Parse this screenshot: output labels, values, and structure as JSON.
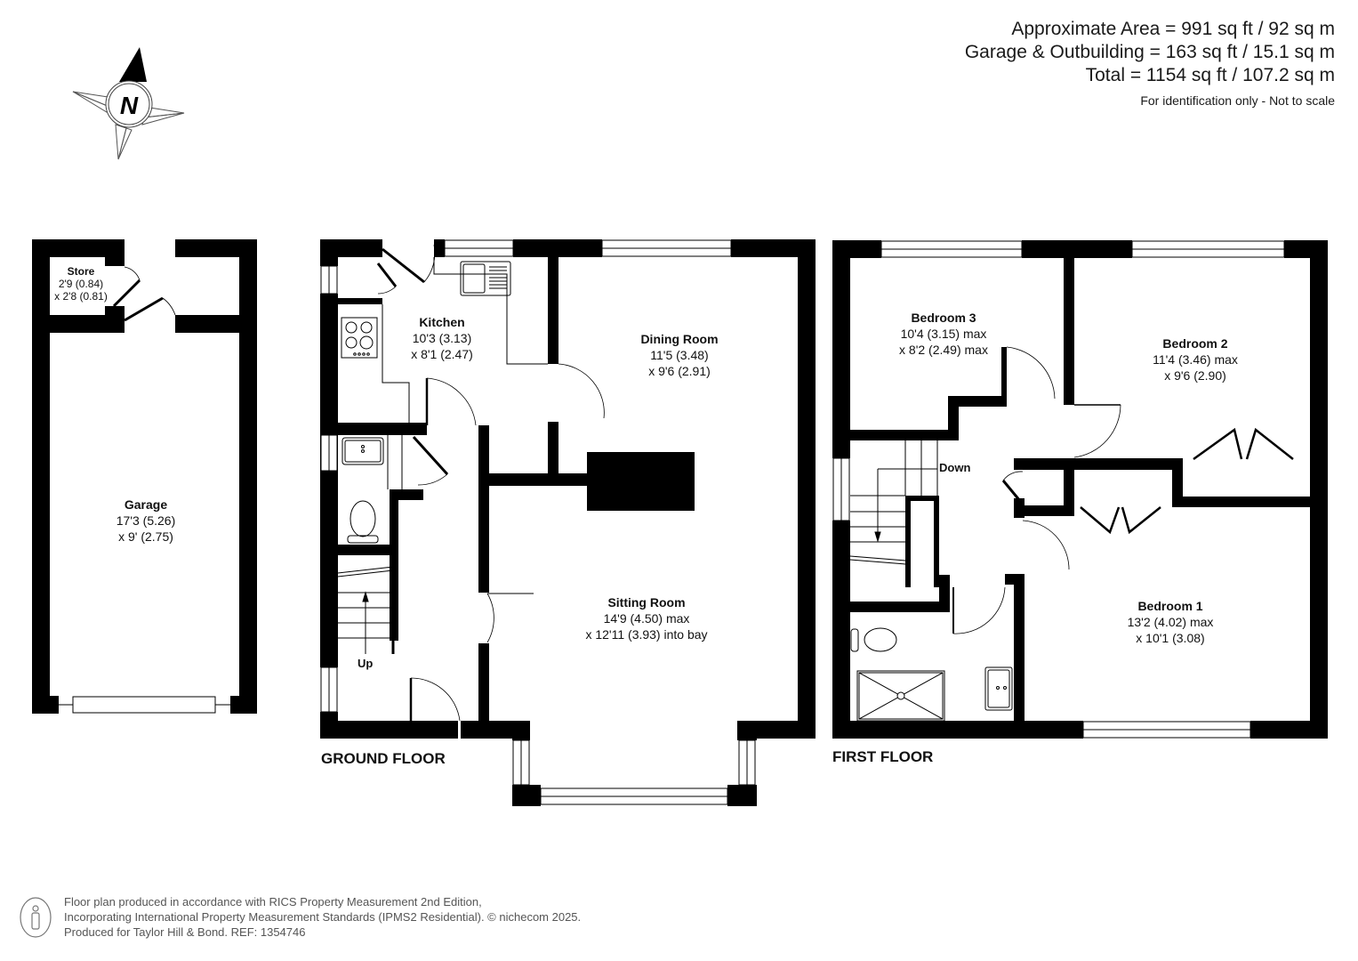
{
  "area_summary": {
    "approximate_area": "Approximate Area = 991 sq ft / 92 sq m",
    "garage_outbuilding": "Garage & Outbuilding = 163 sq ft / 15.1 sq m",
    "total": "Total = 1154 sq ft / 107.2 sq m",
    "note": "For identification only - Not to scale"
  },
  "compass": {
    "icon": "north-compass-icon",
    "letter": "N"
  },
  "floors": {
    "ground": {
      "label": "GROUND FLOOR",
      "rooms": [
        {
          "name": "Kitchen",
          "dim1": "10'3 (3.13)",
          "dim2": "x 8'1 (2.47)"
        },
        {
          "name": "Dining Room",
          "dim1": "11'5 (3.48)",
          "dim2": "x 9'6 (2.91)"
        },
        {
          "name": "Sitting Room",
          "dim1": "14'9 (4.50) max",
          "dim2": "x 12'11 (3.93) into bay"
        }
      ],
      "stairs_label": "Up"
    },
    "first": {
      "label": "FIRST FLOOR",
      "rooms": [
        {
          "name": "Bedroom 3",
          "dim1": "10'4 (3.15) max",
          "dim2": "x 8'2 (2.49) max"
        },
        {
          "name": "Bedroom 2",
          "dim1": "11'4 (3.46) max",
          "dim2": "x 9'6 (2.90)"
        },
        {
          "name": "Bedroom 1",
          "dim1": "13'2 (4.02) max",
          "dim2": "x 10'1 (3.08)"
        }
      ],
      "stairs_label": "Down"
    },
    "outbuilding": {
      "rooms": [
        {
          "name": "Store",
          "dim1": "2'9 (0.84)",
          "dim2": "x 2'8 (0.81)"
        },
        {
          "name": "Garage",
          "dim1": "17'3 (5.26)",
          "dim2": "x 9' (2.75)"
        }
      ]
    }
  },
  "footer": {
    "line1": "Floor plan produced in accordance with RICS Property Measurement 2nd Edition,",
    "line2": "Incorporating International Property Measurement Standards (IPMS2 Residential).   © nichecom 2025.",
    "line3": "Produced for Taylor Hill & Bond.   REF: 1354746"
  },
  "colors": {
    "wall": "#000000",
    "background": "#ffffff",
    "text": "#111111",
    "footer_text": "#555555"
  }
}
